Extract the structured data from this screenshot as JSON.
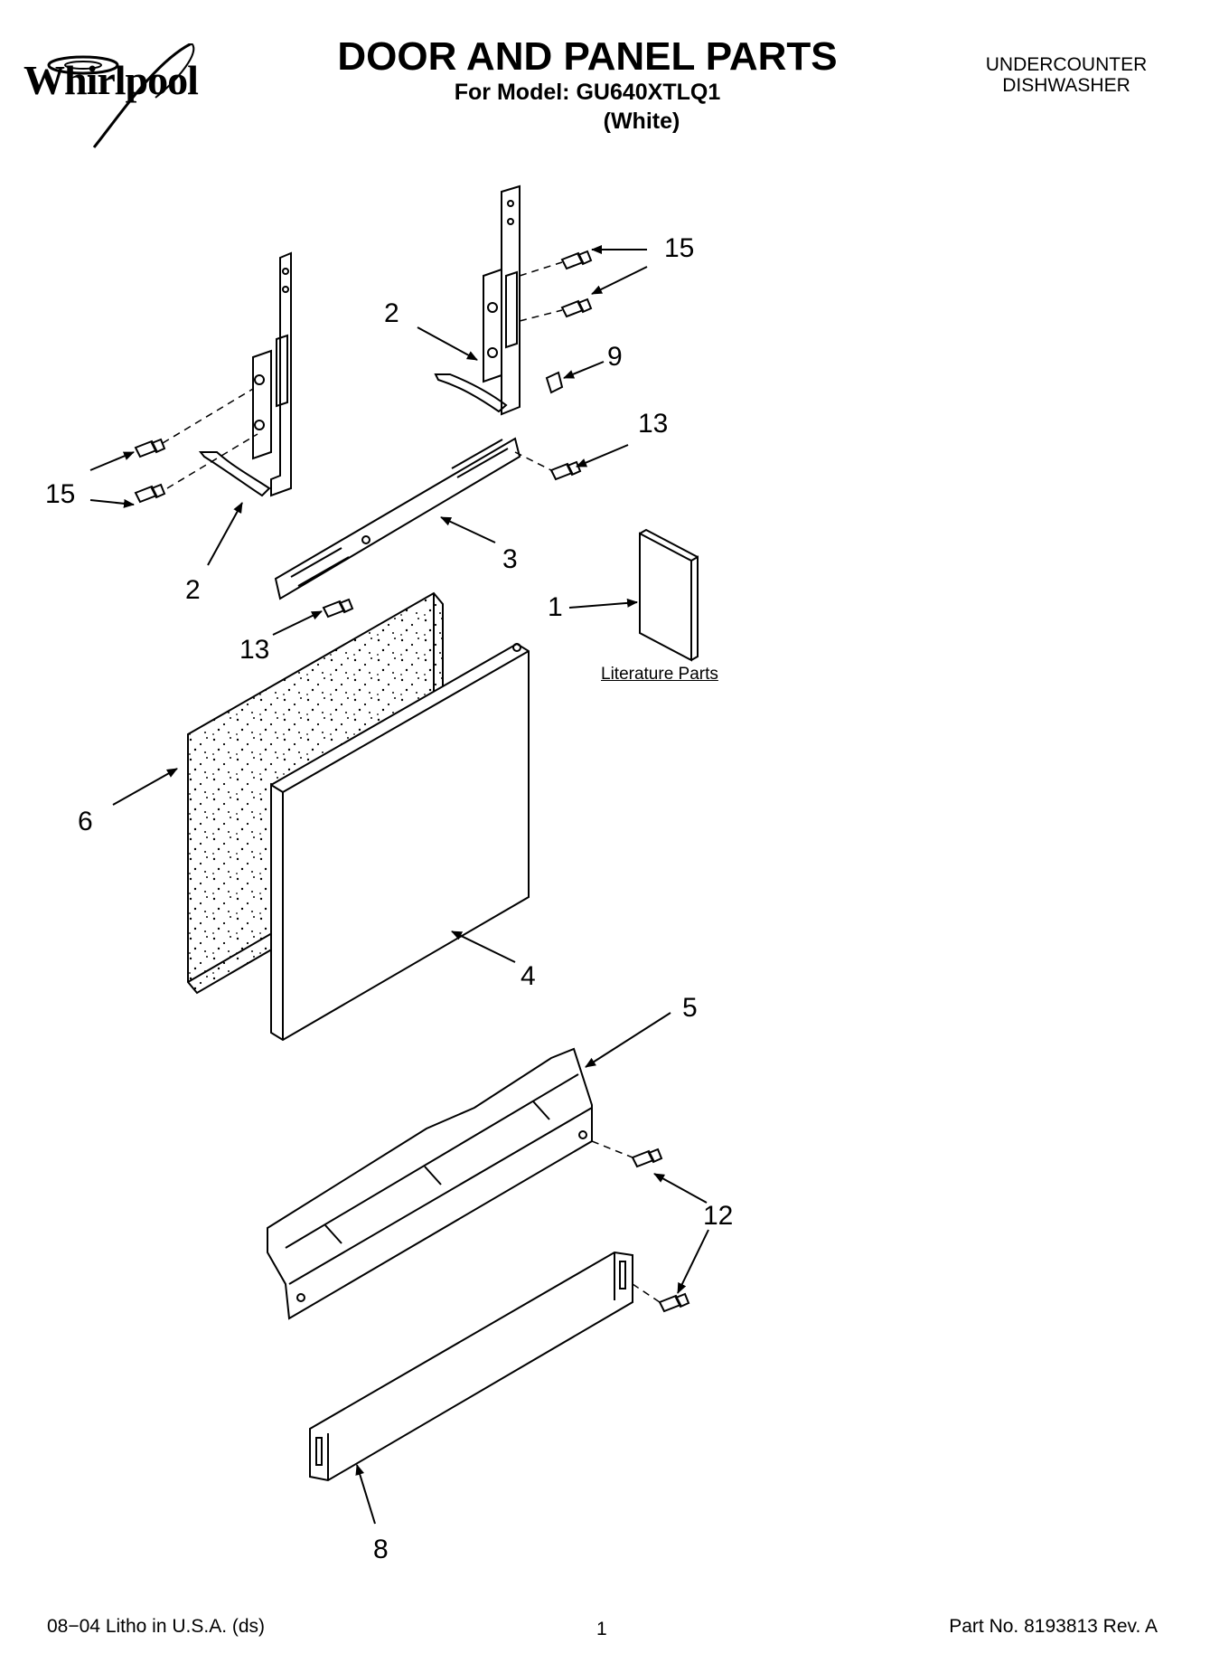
{
  "header": {
    "brand": "Whirlpool",
    "title": "DOOR AND PANEL PARTS",
    "subtitle": "For Model: GU640XTLQ1",
    "variant": "(White)",
    "product_type_line1": "UNDERCOUNTER",
    "product_type_line2": "DISHWASHER"
  },
  "callouts": {
    "c15_top": "15",
    "c2_top": "2",
    "c9": "9",
    "c13_right": "13",
    "c15_left": "15",
    "c2_left": "2",
    "c3": "3",
    "c1": "1",
    "c13_left": "13",
    "c6": "6",
    "c4": "4",
    "c5": "5",
    "c12": "12",
    "c8": "8"
  },
  "literature_label": "Literature Parts",
  "footer": {
    "litho": "08−04 Litho in U.S.A. (ds)",
    "page": "1",
    "part_no": "Part No. 8193813 Rev. A"
  }
}
